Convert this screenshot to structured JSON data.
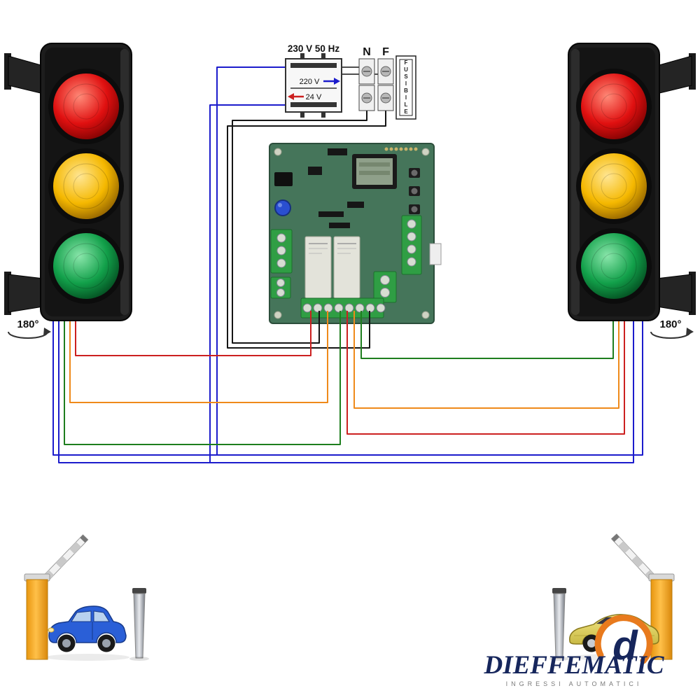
{
  "diagram": {
    "power_supply": {
      "label": "230 V 50 Hz",
      "primary_voltage": "220 V",
      "secondary_voltage": "24 V"
    },
    "terminals": {
      "neutral_label": "N",
      "phase_label": "F"
    },
    "fuse_label": "FUSIBILE",
    "traffic_light_left": {
      "rotation_label": "180°"
    },
    "traffic_light_right": {
      "rotation_label": "180°"
    },
    "light_colors": {
      "red": "#e01010",
      "amber": "#f5b800",
      "green": "#12a04a"
    },
    "wire_colors": {
      "blue_24v": "#1c1ccc",
      "black_mains": "#151515",
      "red_lamp": "#cc2020",
      "orange_lamp": "#ef8a1a",
      "green_lamp": "#1e7e1e"
    }
  },
  "branding": {
    "name": "DIEFFEMATIC",
    "tagline": "INGRESSI AUTOMATICI"
  }
}
